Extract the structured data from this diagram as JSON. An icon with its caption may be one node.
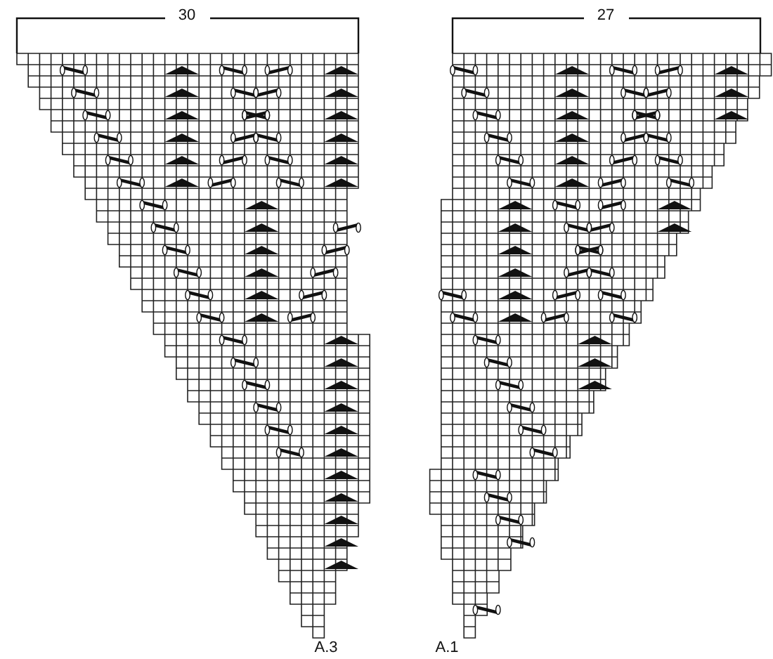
{
  "diagram": {
    "labels": [
      "30",
      "27",
      "A.3",
      "A.1"
    ]
  }
}
